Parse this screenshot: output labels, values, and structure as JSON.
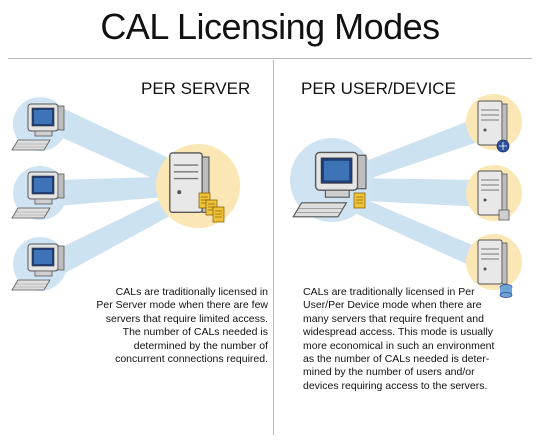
{
  "title": "CAL Licensing Modes",
  "left": {
    "heading": "PER SERVER",
    "description": "CALs are traditionally licensed in\nPer Server mode when there are few\nservers that require limited access.\nThe number of CALs needed is\ndetermined by the number of\nconcurrent connections required."
  },
  "right": {
    "heading": "PER USER/DEVICE",
    "description": "CALs are traditionally licensed in Per\nUser/Per Device mode when there are\nmany servers that require frequent and\nwidespread access. This mode is usually\nmore economical in such an environment\nas the number of CALs needed is deter-\nmined by the number of users and/or\ndevices requiring access to the servers."
  },
  "colors": {
    "client_halo": "#cfe3f2",
    "server_halo": "#fbe7b5",
    "connector": "#cde2f1",
    "document": "#f0c23a"
  }
}
